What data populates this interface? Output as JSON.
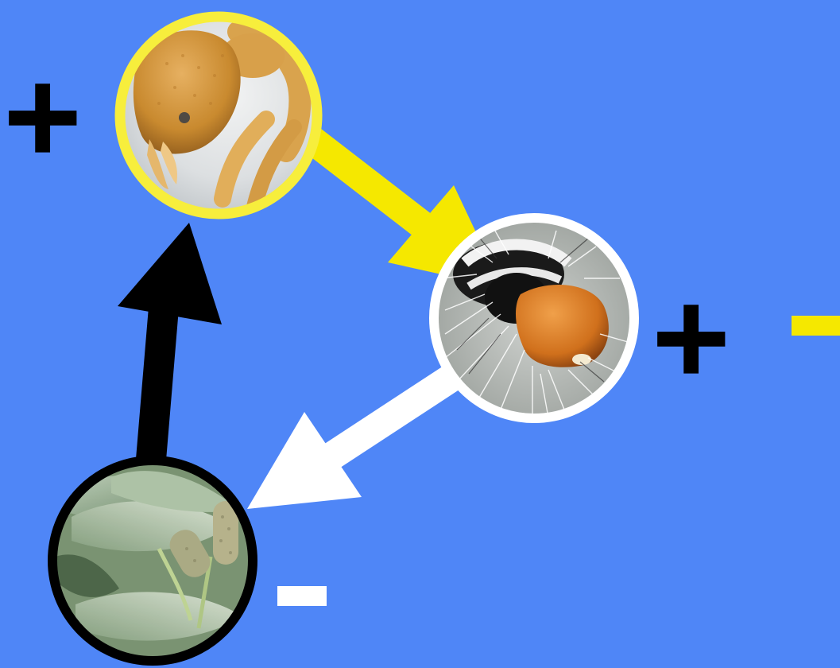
{
  "diagram": {
    "nodes": [
      {
        "id": "ant",
        "icon": "ant-photo-icon",
        "ring_color": "#f7ee3c",
        "sign": "+"
      },
      {
        "id": "caterpillar",
        "icon": "caterpillar-photo-icon",
        "ring_color": "#ffffff",
        "sign": "+",
        "secondary_sign": "-",
        "secondary_sign_color": "#f5e800"
      },
      {
        "id": "plant",
        "icon": "plant-photo-icon",
        "ring_color": "#000000",
        "sign": "-",
        "sign_color": "#ffffff"
      }
    ],
    "edges": [
      {
        "from": "ant",
        "to": "caterpillar",
        "color": "#f5e800"
      },
      {
        "from": "caterpillar",
        "to": "plant",
        "color": "#ffffff"
      },
      {
        "from": "plant",
        "to": "ant",
        "color": "#000000"
      }
    ],
    "colors": {
      "background": "#4f86f7",
      "ant_edge": "#f5e800",
      "caterpillar_edge": "#ffffff",
      "plant_edge": "#000000"
    },
    "signs": {
      "ant": "+",
      "caterpillar": "+",
      "caterpillar_secondary": "-",
      "plant": "-"
    }
  }
}
